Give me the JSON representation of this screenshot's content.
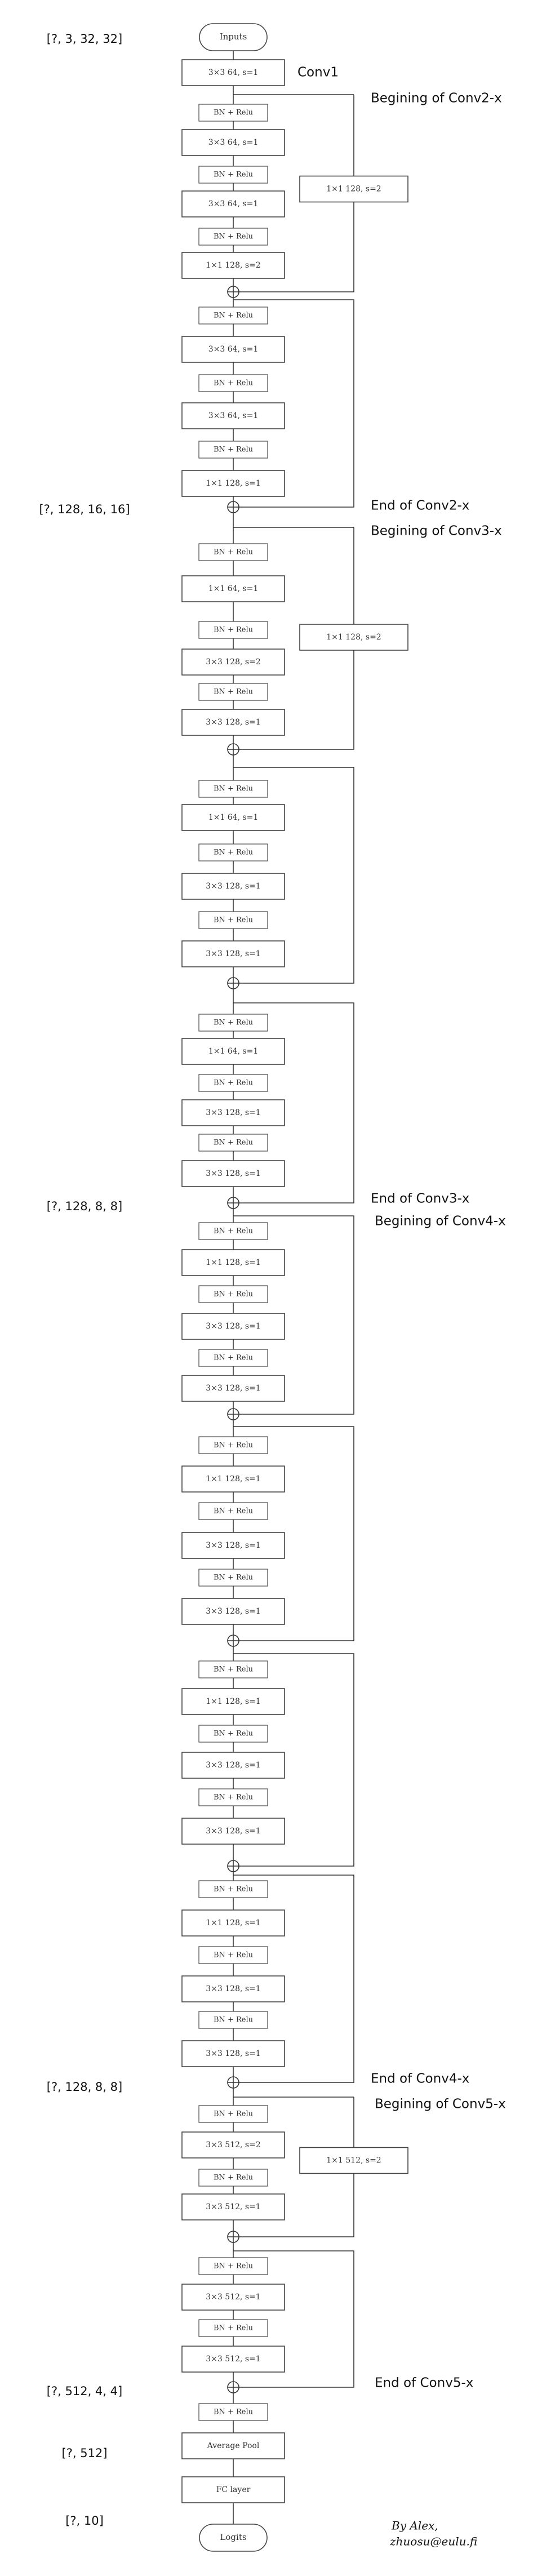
{
  "colors": {
    "stroke": "#333333",
    "text": "#111111",
    "background": "#ffffff"
  },
  "io": {
    "inputs": "Inputs",
    "logits": "Logits"
  },
  "shapes": {
    "input": "[?, 3, 32, 32]",
    "after_conv2": "[?, 128, 16, 16]",
    "after_conv3": "[?, 128, 8, 8]",
    "after_conv4": "[?, 128, 8, 8]",
    "after_conv5": "[?, 512, 4, 4]",
    "after_pool": "[?, 512]",
    "output": "[?, 10]"
  },
  "annotations": {
    "conv1": "Conv1",
    "conv2_begin": "Begining of Conv2-x",
    "conv2_end": "End of Conv2-x",
    "conv3_begin": "Begining of Conv3-x",
    "conv3_end": "End of Conv3-x",
    "conv4_begin": "Begining of Conv4-x",
    "conv4_end": "End of Conv4-x",
    "conv5_begin": "Begining of Conv5-x",
    "conv5_end": "End of Conv5-x"
  },
  "conv1_label": "3×3  64, s=1",
  "bn_relu": "BN + Relu",
  "blocks": [
    {
      "convs": [
        "3×3  64, s=1",
        "3×3  64, s=1",
        "1×1  128, s=2"
      ],
      "shortcut": "1×1  128, s=2"
    },
    {
      "convs": [
        "3×3  64, s=1",
        "3×3  64, s=1",
        "1×1  128, s=1"
      ],
      "shortcut": ""
    },
    {
      "convs": [
        "1×1  64, s=1",
        "3×3  128, s=2",
        "3×3  128, s=1"
      ],
      "shortcut": "1×1  128, s=2"
    },
    {
      "convs": [
        "1×1  64, s=1",
        "3×3  128, s=1",
        "3×3  128, s=1"
      ],
      "shortcut": ""
    },
    {
      "convs": [
        "1×1  64, s=1",
        "3×3  128, s=1",
        "3×3  128, s=1"
      ],
      "shortcut": ""
    },
    {
      "convs": [
        "1×1  128, s=1",
        "3×3  128, s=1",
        "3×3  128, s=1"
      ],
      "shortcut": ""
    },
    {
      "convs": [
        "1×1  128, s=1",
        "3×3  128, s=1",
        "3×3  128, s=1"
      ],
      "shortcut": ""
    },
    {
      "convs": [
        "1×1  128, s=1",
        "3×3  128, s=1",
        "3×3  128, s=1"
      ],
      "shortcut": ""
    },
    {
      "convs": [
        "1×1  128, s=1",
        "3×3  128, s=1",
        "3×3  128, s=1"
      ],
      "shortcut": ""
    },
    {
      "convs": [
        "3×3  512, s=2",
        "3×3  512, s=1"
      ],
      "shortcut": "1×1  512, s=2"
    },
    {
      "convs": [
        "3×3  512, s=1",
        "3×3  512, s=1"
      ],
      "shortcut": ""
    }
  ],
  "head": {
    "bn_relu": "BN + Relu",
    "pool": "Average Pool",
    "fc": "FC layer"
  },
  "credit": {
    "line1": "By Alex,",
    "line2": "zhuosu@eulu.fi"
  }
}
